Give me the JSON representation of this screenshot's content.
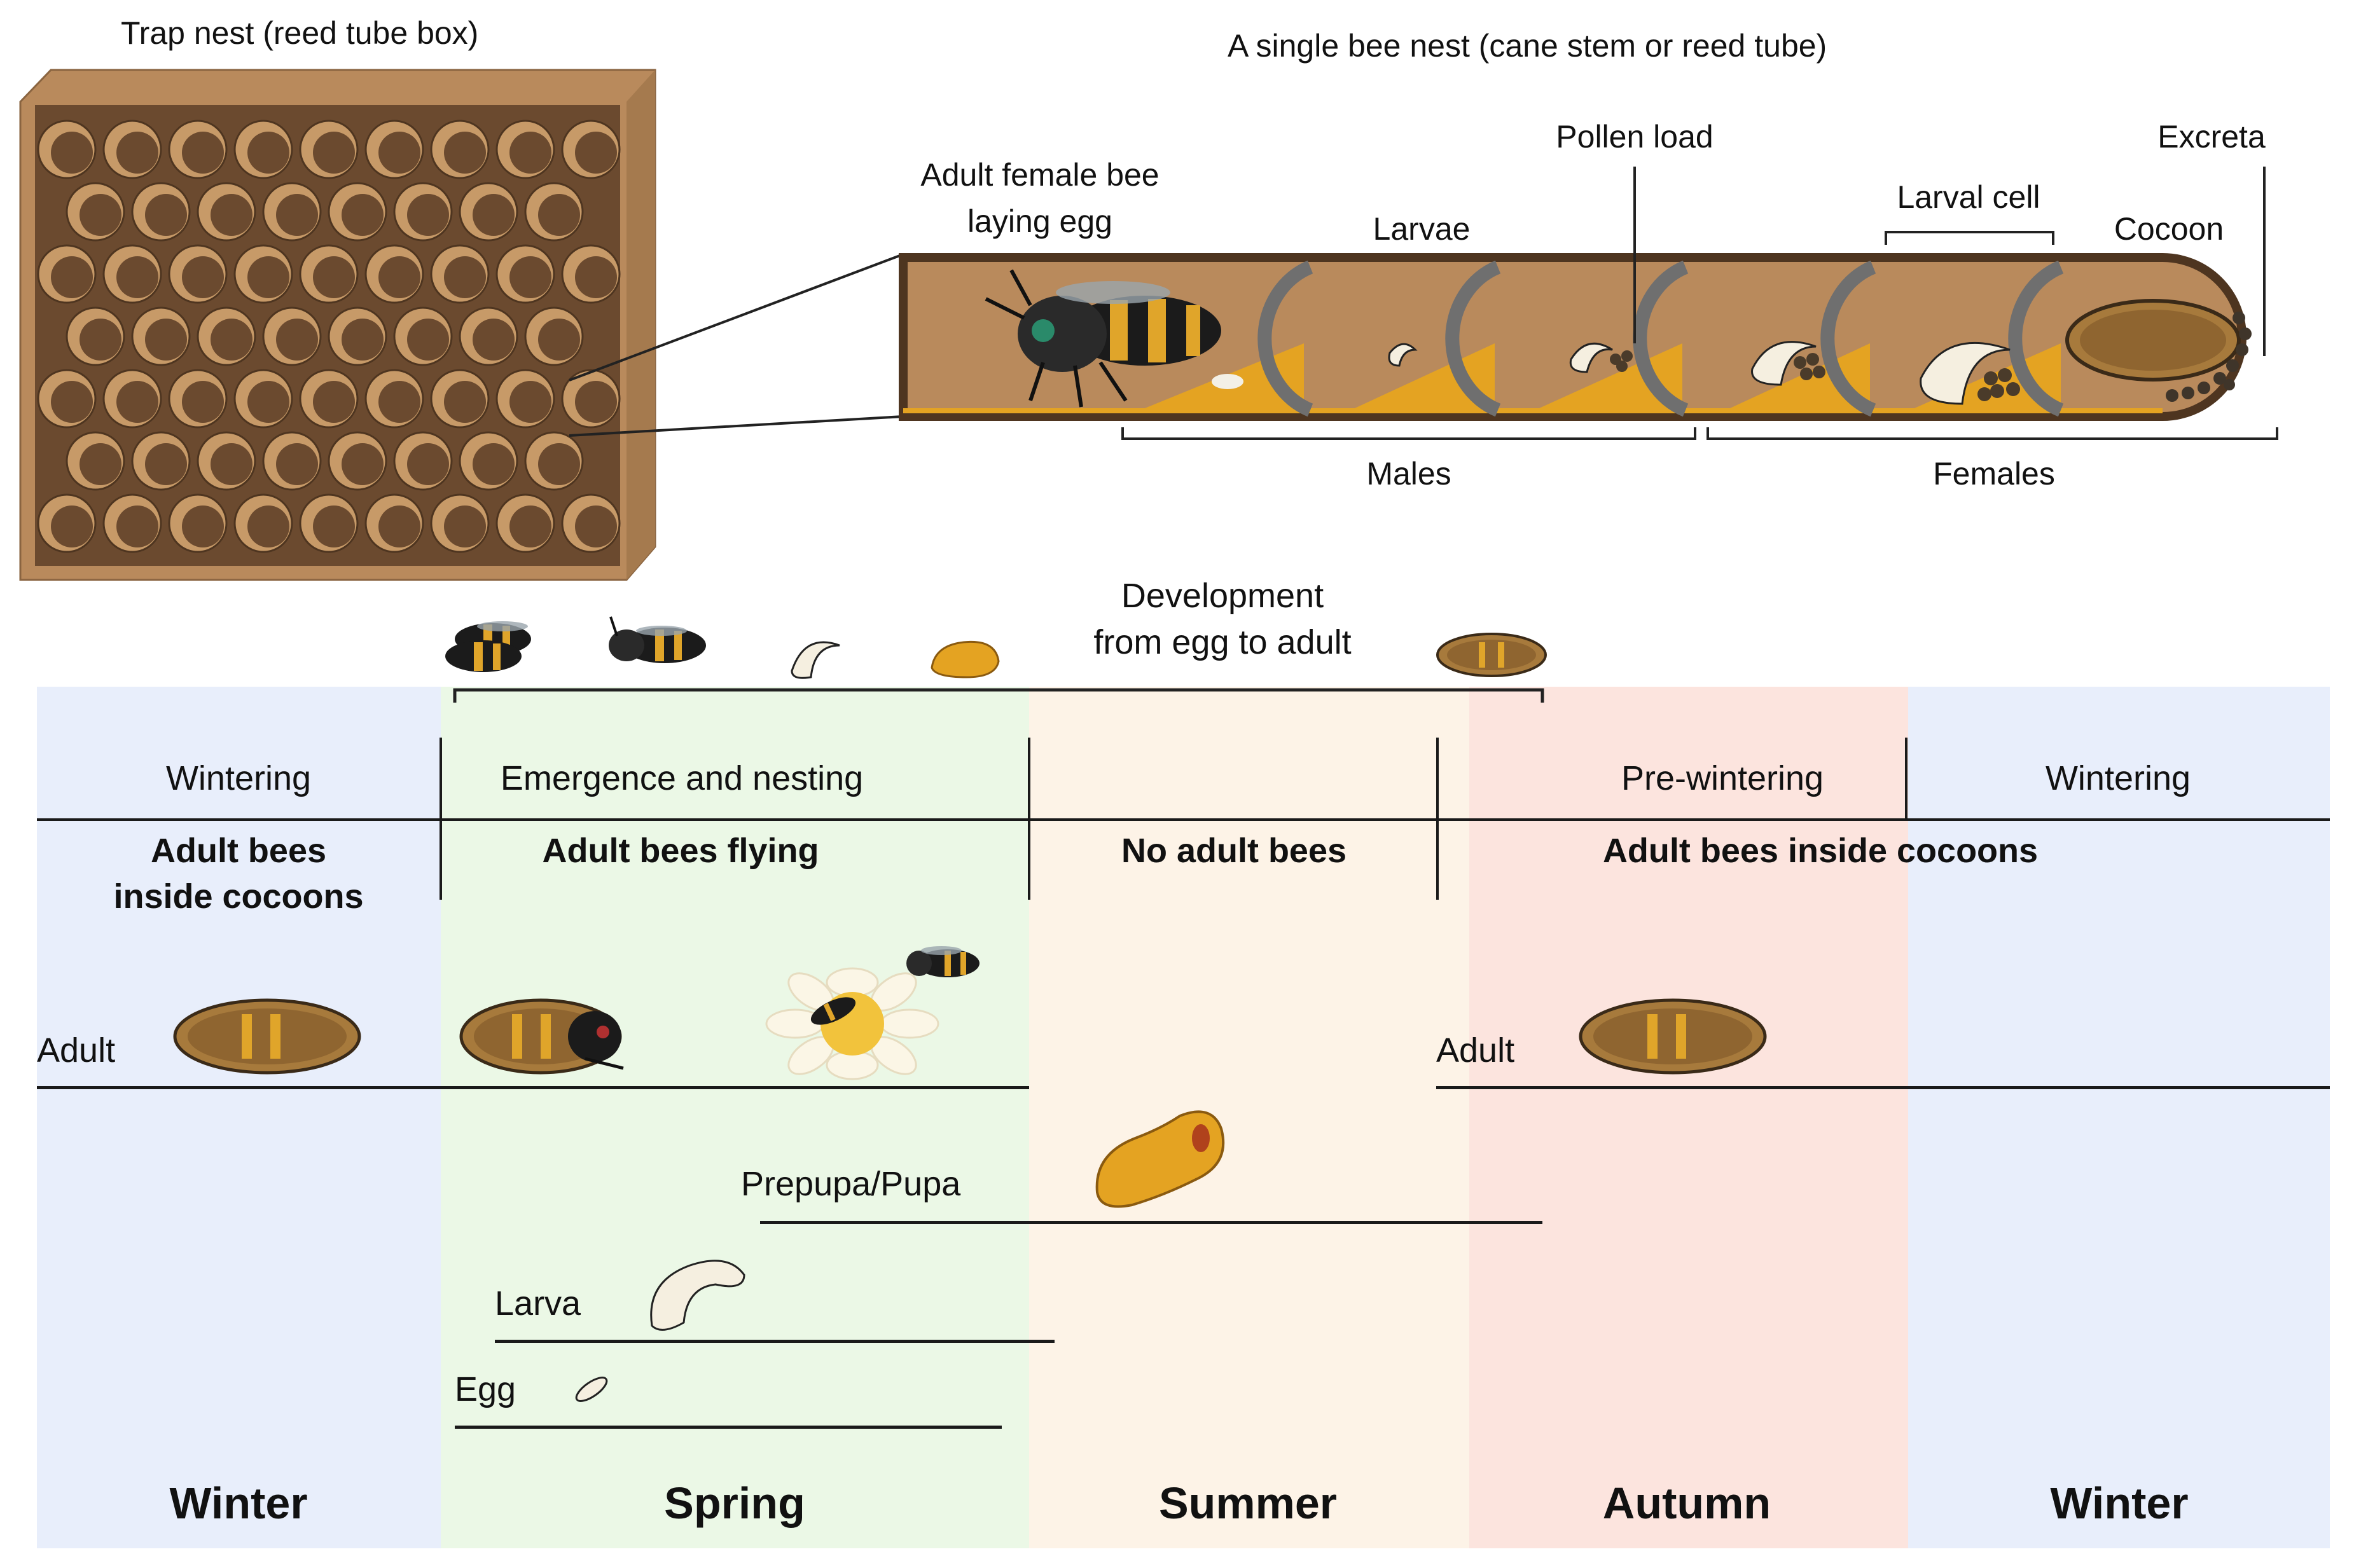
{
  "top": {
    "trap_nest_title": "Trap nest (reed tube box)",
    "single_nest_title": "A single bee nest (cane stem or reed tube)",
    "labels": {
      "adult_female": [
        "Adult female bee",
        "laying egg"
      ],
      "larvae": "Larvae",
      "pollen_load": "Pollen load",
      "larval_cell": "Larval cell",
      "excreta": "Excreta",
      "cocoon": "Cocoon",
      "males": "Males",
      "females": "Females"
    }
  },
  "development": [
    "Development",
    "from egg to adult"
  ],
  "phases": {
    "wintering_left": "Wintering",
    "emergence": "Emergence and nesting",
    "pre_wintering": "Pre-wintering",
    "wintering_right": "Wintering"
  },
  "status": {
    "winter_left": [
      "Adult bees",
      "inside cocoons"
    ],
    "flying": "Adult bees flying",
    "no_adults": "No adult bees",
    "autumn": "Adult bees inside cocoons"
  },
  "stages": {
    "adult_left": "Adult",
    "adult_right": "Adult",
    "prepupa": "Prepupa/Pupa",
    "larva": "Larva",
    "egg": "Egg"
  },
  "seasons": {
    "winter_left": "Winter",
    "spring": "Spring",
    "summer": "Summer",
    "autumn": "Autumn",
    "winter_right": "Winter"
  },
  "colors": {
    "winter_band": "#e8eefb",
    "spring_band": "#ebf8e6",
    "summer_band": "#fdf3e7",
    "autumn_band": "#fce4de",
    "wood_dark": "#6b4a2f",
    "wood_light": "#b98a5c",
    "pollen": "#e4a322",
    "cocoon": "#a77a3c"
  }
}
